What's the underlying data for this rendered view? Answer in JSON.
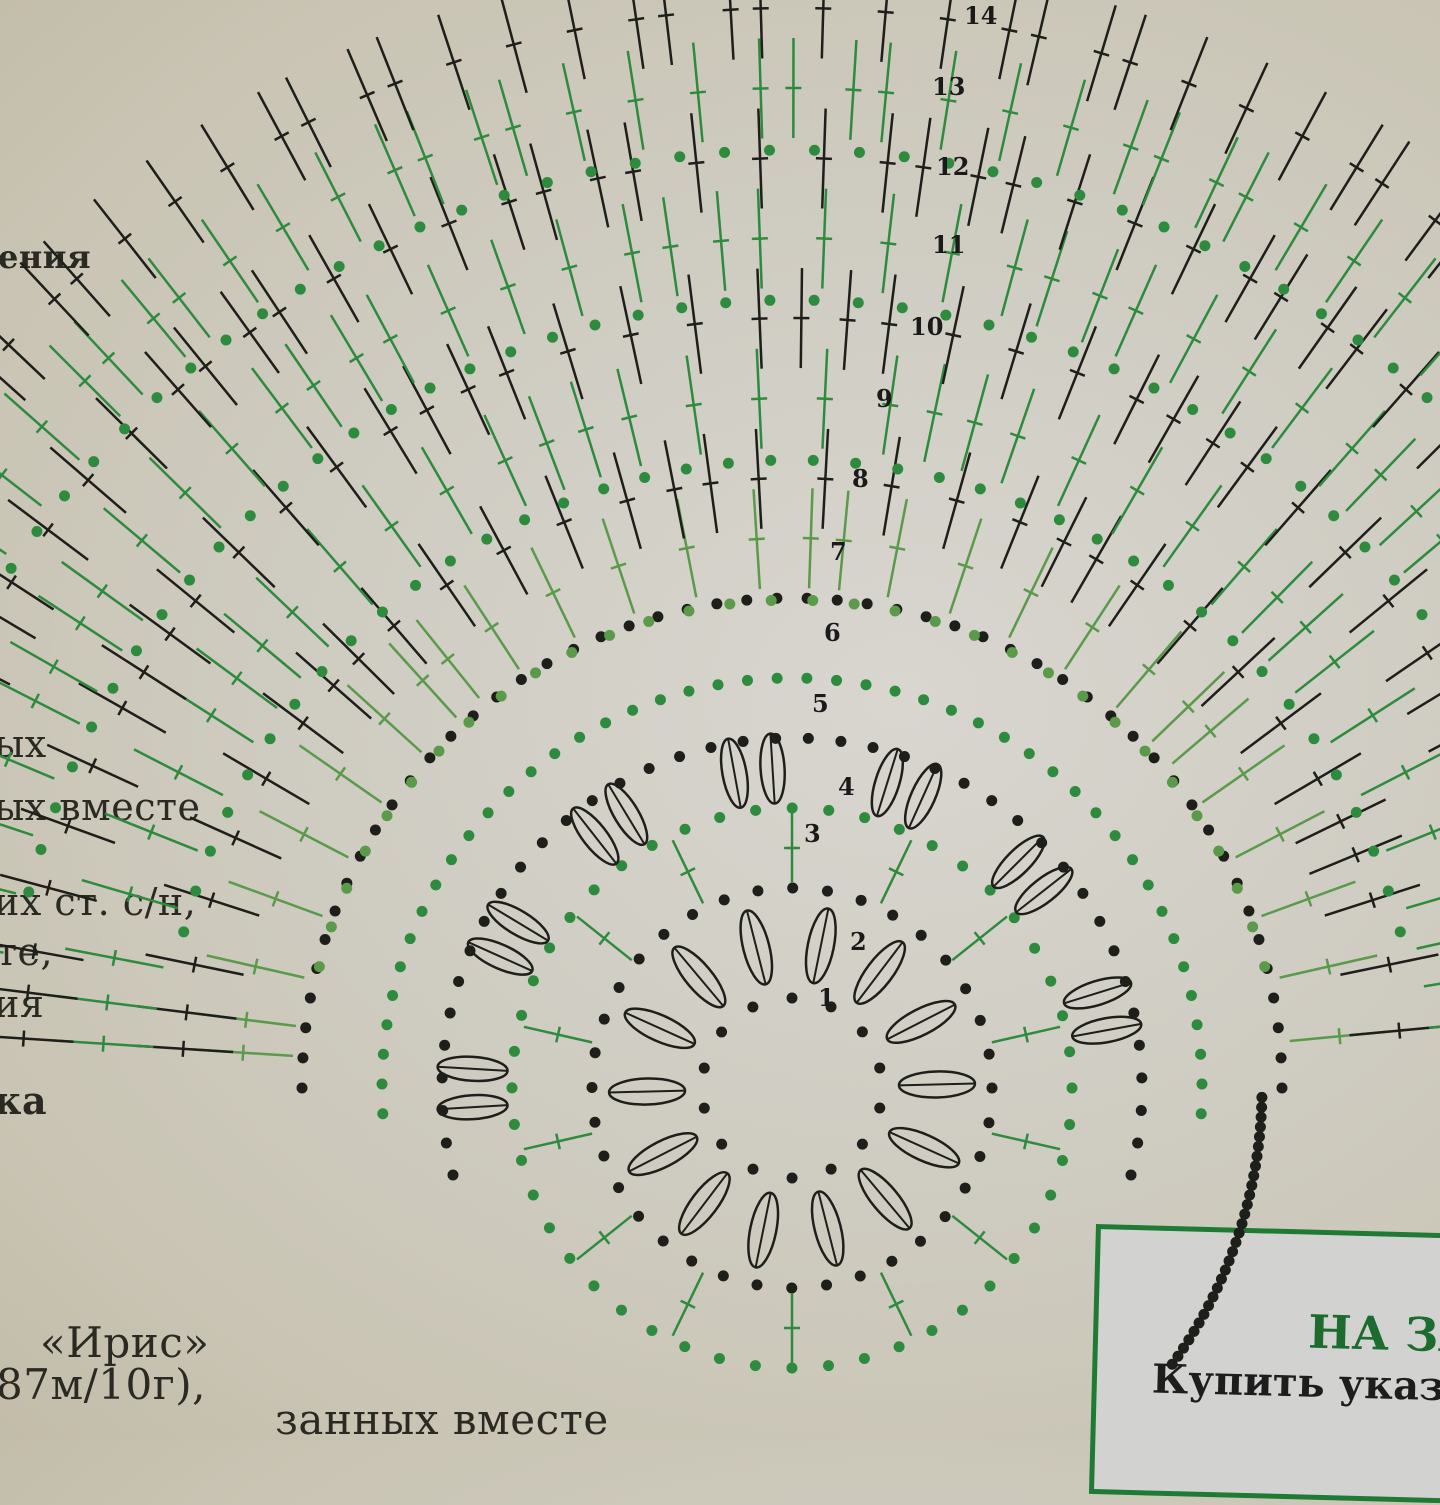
{
  "left_text": [
    "ения",
    "ых",
    "ых вместе",
    "их ст. с/н,",
    "те,",
    "ия",
    "ка"
  ],
  "bottom_text": {
    "yarn_name": "«Ирис»",
    "yarn_spec": "87м/10г),",
    "line3": "занных вместе"
  },
  "info_box": {
    "title": "НА ЗА",
    "text": "Купить указ"
  },
  "diagram": {
    "row_numbers": [
      "1",
      "2",
      "3",
      "4",
      "5",
      "6",
      "7",
      "8",
      "9",
      "10",
      "11",
      "12",
      "13",
      "14"
    ],
    "colors": {
      "green": "#2e8b3e",
      "black": "#1e1e1a",
      "light_green": "#5a9a4a"
    }
  }
}
